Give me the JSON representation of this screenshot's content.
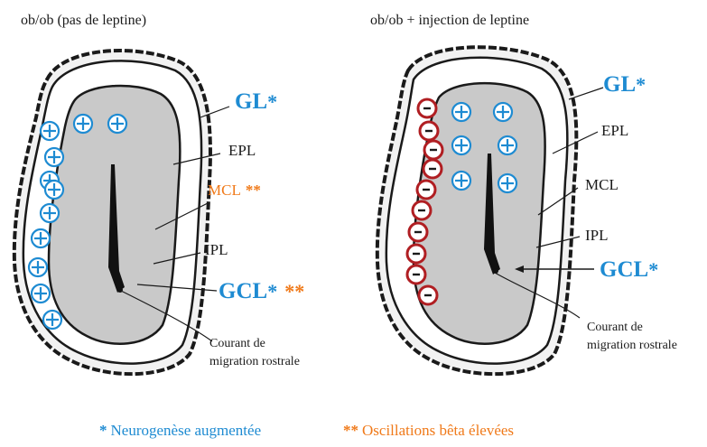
{
  "left_panel": {
    "title": "ob/ob (pas de leptine)",
    "labels": {
      "gl": "GL",
      "gl_mark": "*",
      "epl": "EPL",
      "mcl": "MCL",
      "mcl_mark": "**",
      "ipl": "IPL",
      "gcl": "GCL",
      "gcl_mark1": "*",
      "gcl_mark2": "**",
      "courant_line1": "Courant de",
      "courant_line2": "migration rostrale"
    },
    "plus_sign": "+"
  },
  "right_panel": {
    "title": "ob/ob + injection de leptine",
    "labels": {
      "gl": "GL",
      "gl_mark": "*",
      "epl": "EPL",
      "mcl": "MCL",
      "ipl": "IPL",
      "gcl": "GCL",
      "gcl_mark": "*",
      "courant_line1": "Courant de",
      "courant_line2": "migration rostrale"
    },
    "plus_sign": "+",
    "minus_sign": "-"
  },
  "legend": {
    "star1": "*",
    "neurogenese": "Neurogenèse augmentée",
    "star2": "**",
    "oscillations": "Oscillations bêta élevées"
  },
  "colors": {
    "blue": "#1e8bd2",
    "orange": "#f07a1a",
    "red": "#b01e22",
    "grey_fill": "#c9c9c9",
    "outline": "#1a1a1a"
  }
}
